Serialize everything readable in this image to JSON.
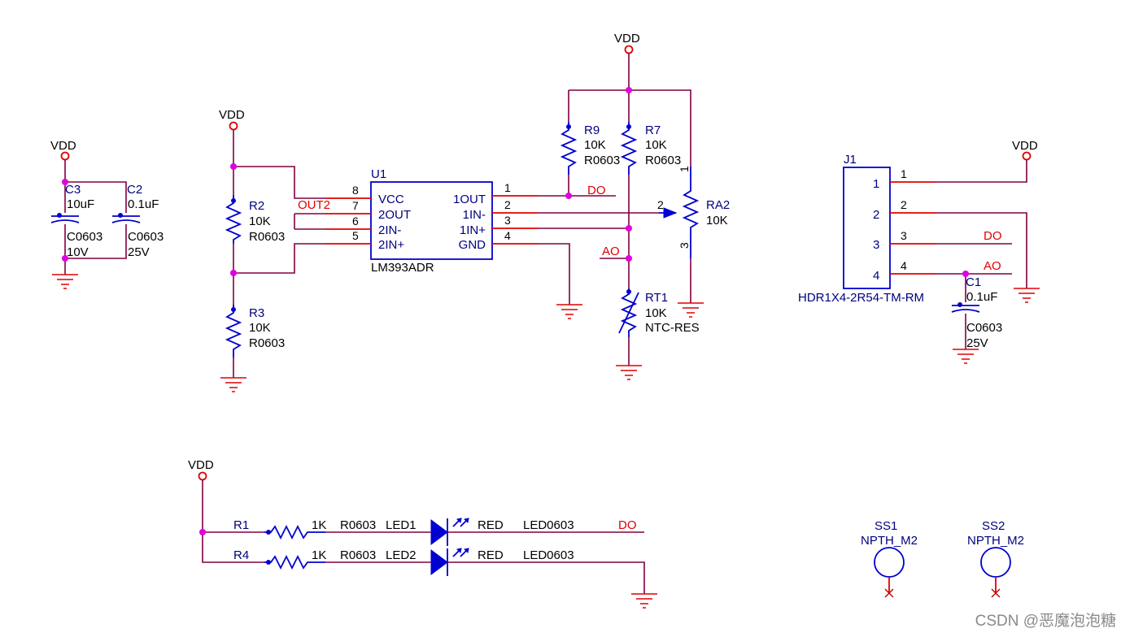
{
  "power": {
    "vdd": "VDD"
  },
  "caps_left": {
    "c3": {
      "ref": "C3",
      "value": "10uF",
      "package": "C0603",
      "voltage": "10V"
    },
    "c2": {
      "ref": "C2",
      "value": "0.1uF",
      "package": "C0603",
      "voltage": "25V"
    }
  },
  "divider": {
    "r2": {
      "ref": "R2",
      "value": "10K",
      "package": "R0603"
    },
    "r3": {
      "ref": "R3",
      "value": "10K",
      "package": "R0603"
    },
    "net_out2": "OUT2"
  },
  "u1": {
    "ref": "U1",
    "part": "LM393ADR",
    "left_pins": [
      {
        "num": "8",
        "name": "VCC"
      },
      {
        "num": "7",
        "name": "2OUT"
      },
      {
        "num": "6",
        "name": "2IN-"
      },
      {
        "num": "5",
        "name": "2IN+"
      }
    ],
    "right_pins": [
      {
        "num": "1",
        "name": "1OUT"
      },
      {
        "num": "2",
        "name": "1IN-"
      },
      {
        "num": "3",
        "name": "1IN+"
      },
      {
        "num": "4",
        "name": "GND"
      }
    ]
  },
  "right_side": {
    "r9": {
      "ref": "R9",
      "value": "10K",
      "package": "R0603"
    },
    "r7": {
      "ref": "R7",
      "value": "10K",
      "package": "R0603"
    },
    "ra2": {
      "ref": "RA2",
      "value": "10K",
      "pins": [
        "1",
        "2",
        "3"
      ]
    },
    "rt1": {
      "ref": "RT1",
      "value": "10K",
      "package": "NTC-RES"
    },
    "net_do": "DO",
    "net_ao": "AO"
  },
  "connector": {
    "ref": "J1",
    "part": "HDR1X4-2R54-TM-RM",
    "pins": [
      "1",
      "2",
      "3",
      "4"
    ],
    "net_do": "DO",
    "net_ao": "AO",
    "c1": {
      "ref": "C1",
      "value": "0.1uF",
      "package": "C0603",
      "voltage": "25V"
    }
  },
  "leds": {
    "row1": {
      "r_ref": "R1",
      "r_value": "1K",
      "r_package": "R0603",
      "led_ref": "LED1",
      "color": "RED",
      "led_package": "LED0603",
      "net": "DO"
    },
    "row2": {
      "r_ref": "R4",
      "r_value": "1K",
      "r_package": "R0603",
      "led_ref": "LED2",
      "color": "RED",
      "led_package": "LED0603"
    }
  },
  "mounting": {
    "ss1": {
      "ref": "SS1",
      "part": "NPTH_M2"
    },
    "ss2": {
      "ref": "SS2",
      "part": "NPTH_M2"
    }
  },
  "watermark": "CSDN @恶魔泡泡糖"
}
